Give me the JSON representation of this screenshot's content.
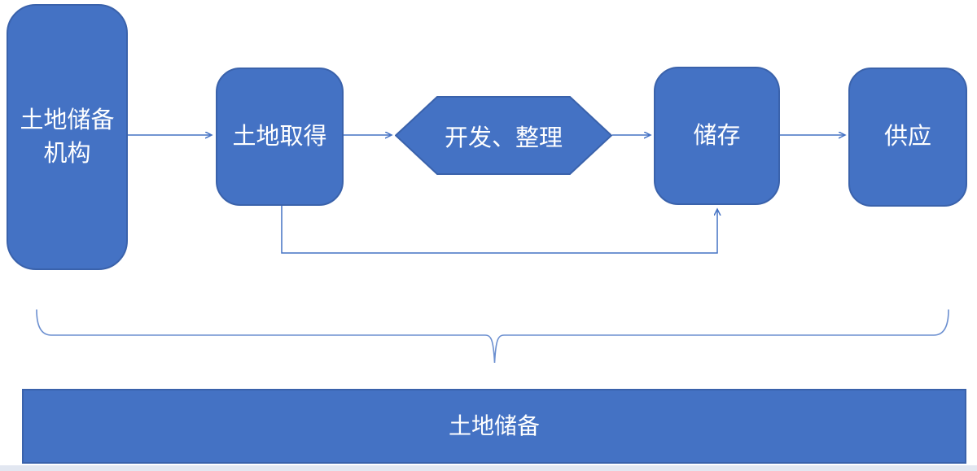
{
  "diagram": {
    "type": "flowchart",
    "title_implicit": "土地储备流程",
    "nodes": {
      "agency": {
        "label": "土地储备\n机构",
        "shape": "rounded-rectangle"
      },
      "acquisition": {
        "label": "土地取得",
        "shape": "rounded-rectangle"
      },
      "development": {
        "label": "开发、整理",
        "shape": "hexagon"
      },
      "storage": {
        "label": "储存",
        "shape": "rounded-rectangle"
      },
      "supply": {
        "label": "供应",
        "shape": "rounded-rectangle"
      },
      "reserve": {
        "label": "土地储备",
        "shape": "rectangle"
      }
    },
    "edges": [
      {
        "from": "agency",
        "to": "acquisition",
        "style": "arrow"
      },
      {
        "from": "acquisition",
        "to": "development",
        "style": "arrow"
      },
      {
        "from": "development",
        "to": "storage",
        "style": "arrow"
      },
      {
        "from": "storage",
        "to": "supply",
        "style": "arrow"
      },
      {
        "from": "acquisition",
        "to": "storage",
        "style": "elbow-arrow-feedback"
      }
    ],
    "annotations": [
      {
        "type": "curly-brace-bottom",
        "spans": [
          "agency",
          "acquisition",
          "development",
          "storage",
          "supply"
        ],
        "points_to": "reserve"
      }
    ]
  },
  "colors": {
    "shape_fill": "#4472C4",
    "shape_border": "#3A62AB",
    "connector": "#4472C4",
    "brace": "#6B8FD0",
    "text": "#FFFFFF",
    "footer_strip": "#E2E7F1",
    "background": "#FFFFFF"
  }
}
